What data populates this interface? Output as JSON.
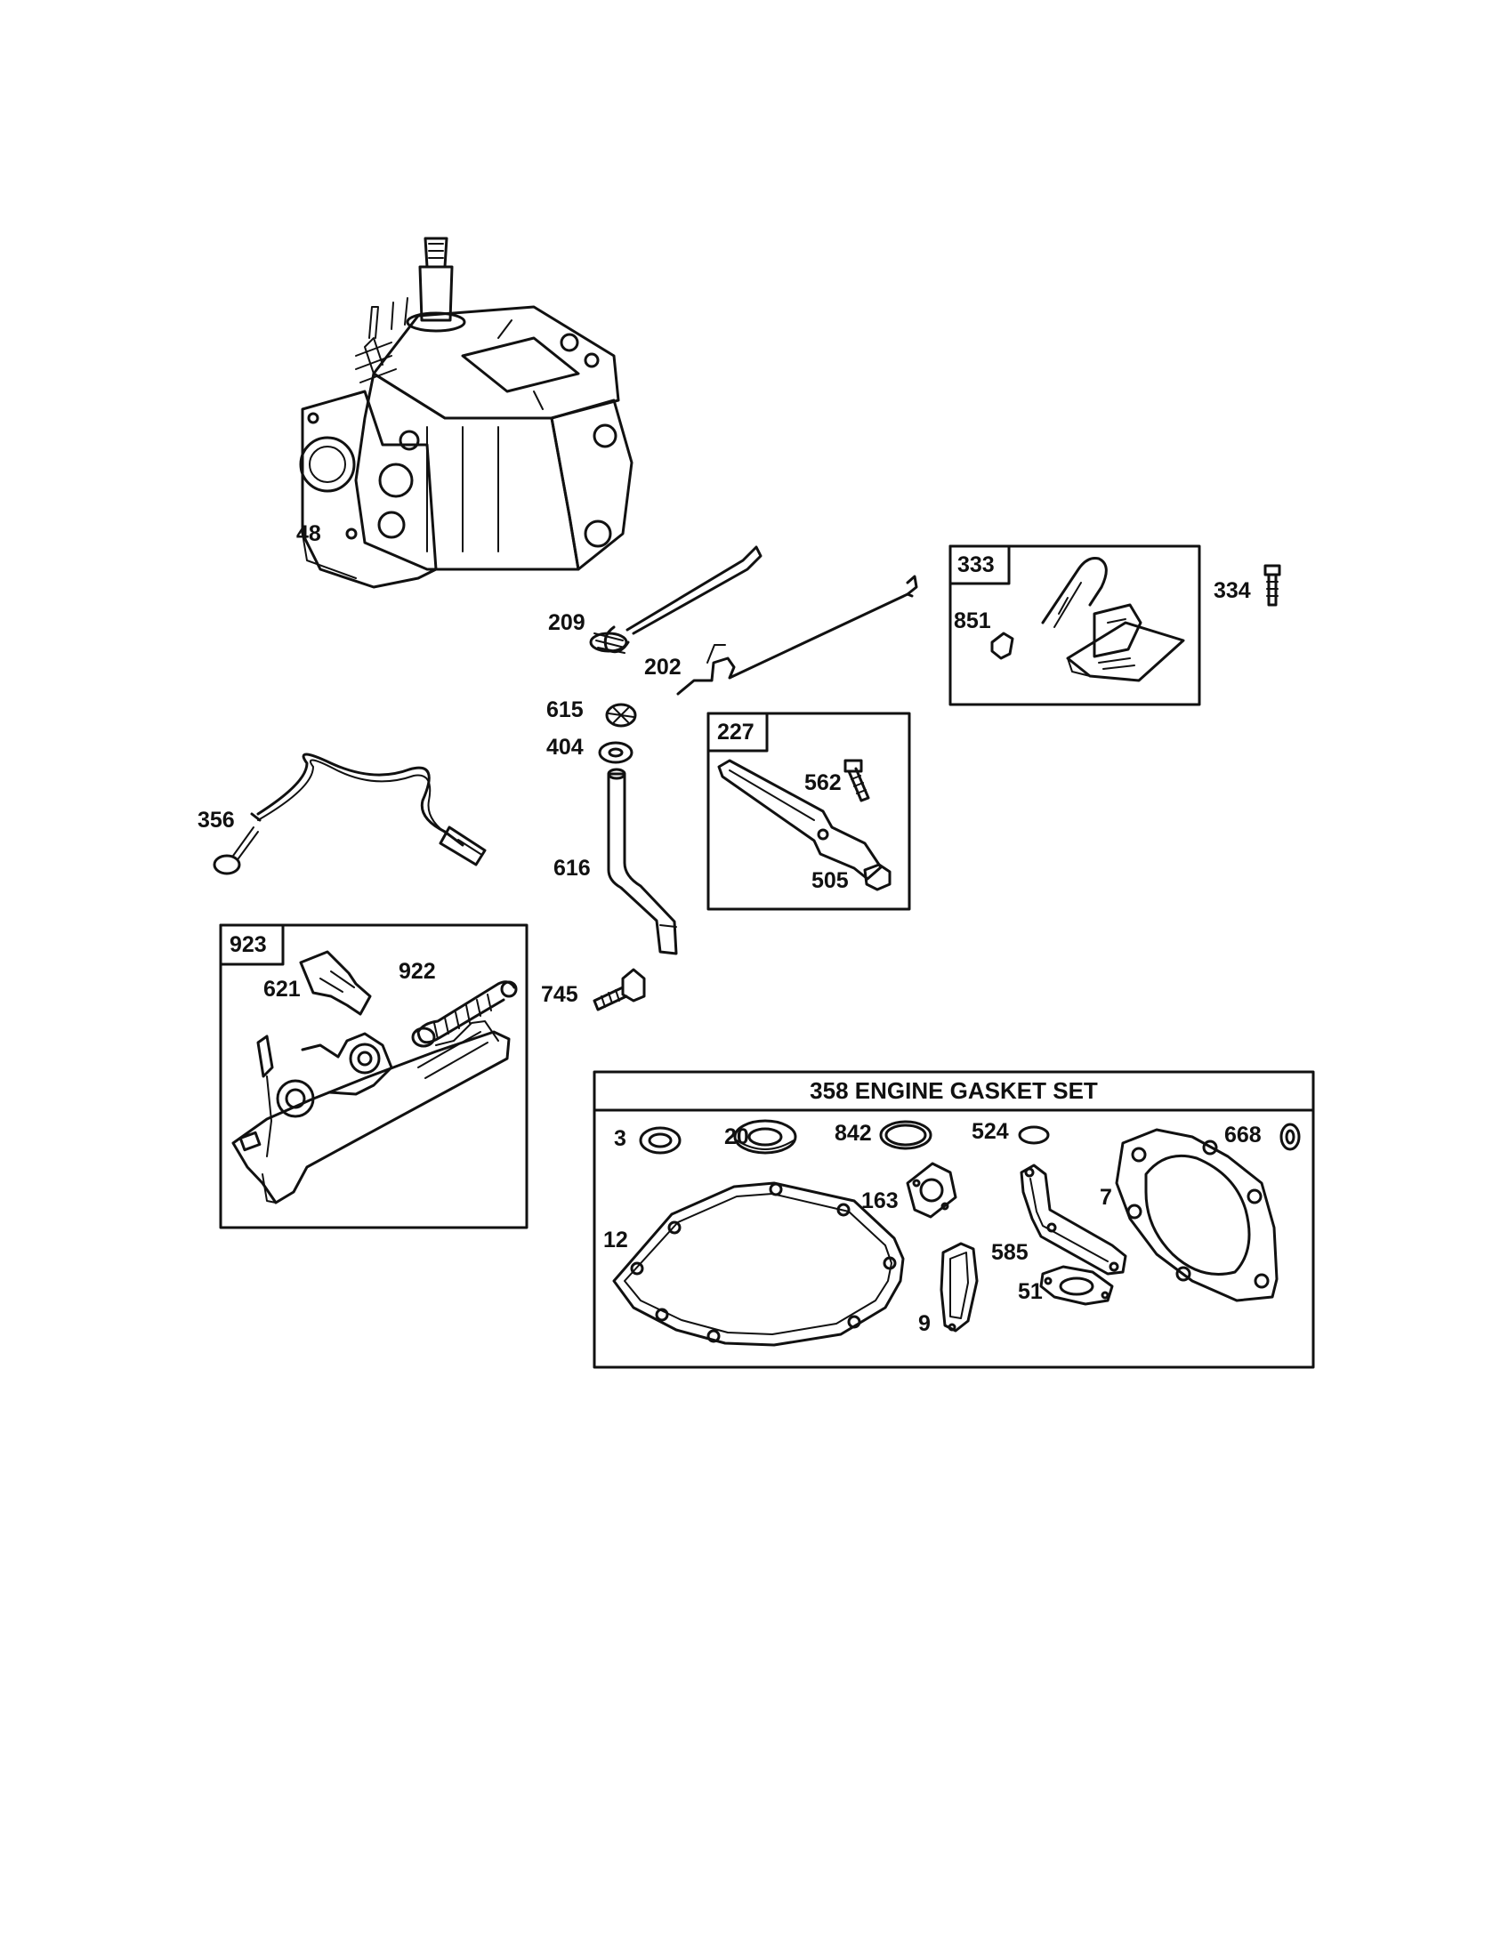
{
  "parts": {
    "p48": "48",
    "p209": "209",
    "p202": "202",
    "p333": "333",
    "p851": "851",
    "p334": "334",
    "p615": "615",
    "p404": "404",
    "p227": "227",
    "p562": "562",
    "p505": "505",
    "p356": "356",
    "p616": "616",
    "p923": "923",
    "p621": "621",
    "p922": "922",
    "p745": "745"
  },
  "gasket_set": {
    "title": "358 ENGINE GASKET SET",
    "p3": "3",
    "p20": "20",
    "p842": "842",
    "p524": "524",
    "p668": "668",
    "p163": "163",
    "p7": "7",
    "p585": "585",
    "p12": "12",
    "p51": "51",
    "p9": "9"
  }
}
